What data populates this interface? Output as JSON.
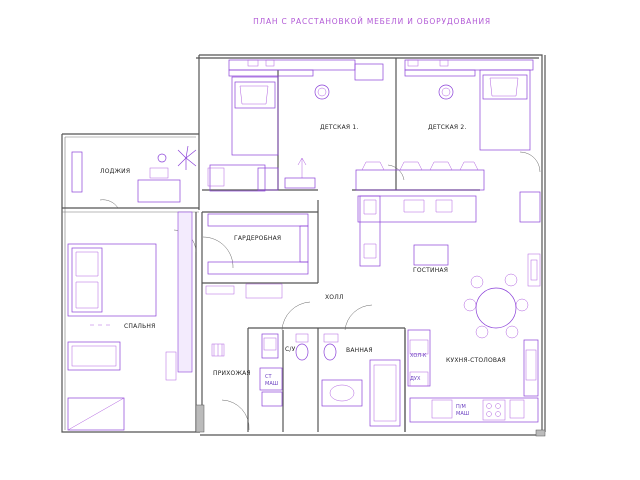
{
  "title": "ПЛАН С РАССТАНОВКОЙ МЕБЕЛИ И ОБОРУДОВАНИЯ",
  "rooms": {
    "loggia": "ЛОДЖИЯ",
    "kids1": "ДЕТСКАЯ 1.",
    "kids2": "ДЕТСКАЯ 2.",
    "wardrobe": "ГАРДЕРОБНАЯ",
    "living": "ГОСТИНАЯ",
    "bedroom": "СПАЛЬНЯ",
    "hall": "ХОЛЛ",
    "wc": "С/У",
    "bath": "ВАННАЯ",
    "entry": "ПРИХОЖАЯ",
    "kitchen": "КУХНЯ-СТОЛОВАЯ"
  },
  "equipment": {
    "washer_1": "СТ",
    "washer_2": "МАШ",
    "fridge_1": "ХОЛ-К",
    "fridge_2": "ДУХ",
    "dishwasher_1": "П/М",
    "dishwasher_2": "МАШ"
  },
  "colors": {
    "furniture": "#8a3fd8",
    "title": "#b25ad6",
    "walls": "#555555"
  }
}
